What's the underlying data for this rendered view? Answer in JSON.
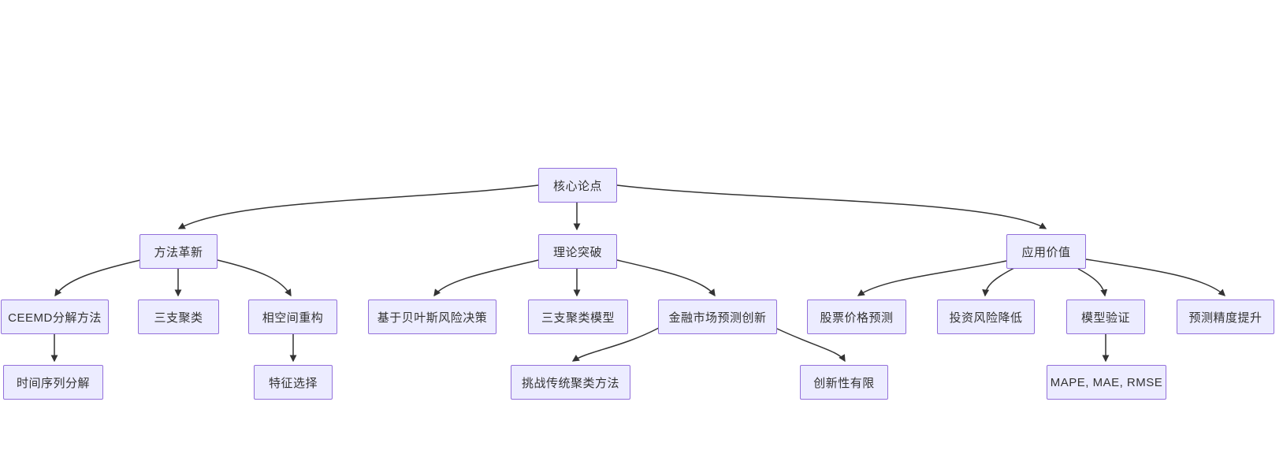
{
  "colors": {
    "background": "#ffffff",
    "node_fill": "#ececff",
    "node_border": "#9370db",
    "node_text": "#333333",
    "edge_line": "#333333"
  },
  "diagram": {
    "type": "flowchart",
    "direction": "top-down",
    "nodes": {
      "core": {
        "label": "核心论点"
      },
      "method_innovation": {
        "label": "方法革新"
      },
      "theory_breakthrough": {
        "label": "理论突破"
      },
      "application_value": {
        "label": "应用价值"
      },
      "ceemd": {
        "label": "CEEMD分解方法"
      },
      "three_way_clustering": {
        "label": "三支聚类"
      },
      "phase_space": {
        "label": "相空间重构"
      },
      "bayes_risk": {
        "label": "基于贝叶斯风险决策"
      },
      "three_way_model": {
        "label": "三支聚类模型"
      },
      "market_innovation": {
        "label": "金融市场预测创新"
      },
      "stock_prediction": {
        "label": "股票价格预测"
      },
      "risk_reduction": {
        "label": "投资风险降低"
      },
      "model_validation": {
        "label": "模型验证"
      },
      "accuracy_improvement": {
        "label": "预测精度提升"
      },
      "time_series_decomposition": {
        "label": "时间序列分解"
      },
      "feature_selection": {
        "label": "特征选择"
      },
      "challenge_traditional": {
        "label": "挑战传统聚类方法"
      },
      "limited_innovation": {
        "label": "创新性有限"
      },
      "metrics": {
        "label": "MAPE, MAE, RMSE"
      }
    },
    "edges": [
      {
        "from": "核心论点",
        "to": "方法革新"
      },
      {
        "from": "核心论点",
        "to": "理论突破"
      },
      {
        "from": "核心论点",
        "to": "应用价值"
      },
      {
        "from": "方法革新",
        "to": "CEEMD分解方法"
      },
      {
        "from": "方法革新",
        "to": "三支聚类"
      },
      {
        "from": "方法革新",
        "to": "相空间重构"
      },
      {
        "from": "理论突破",
        "to": "基于贝叶斯风险决策"
      },
      {
        "from": "理论突破",
        "to": "三支聚类模型"
      },
      {
        "from": "理论突破",
        "to": "金融市场预测创新"
      },
      {
        "from": "应用价值",
        "to": "股票价格预测"
      },
      {
        "from": "应用价值",
        "to": "投资风险降低"
      },
      {
        "from": "应用价值",
        "to": "模型验证"
      },
      {
        "from": "应用价值",
        "to": "预测精度提升"
      },
      {
        "from": "CEEMD分解方法",
        "to": "时间序列分解"
      },
      {
        "from": "相空间重构",
        "to": "特征选择"
      },
      {
        "from": "金融市场预测创新",
        "to": "挑战传统聚类方法"
      },
      {
        "from": "金融市场预测创新",
        "to": "创新性有限"
      },
      {
        "from": "模型验证",
        "to": "MAPE, MAE, RMSE"
      }
    ]
  }
}
